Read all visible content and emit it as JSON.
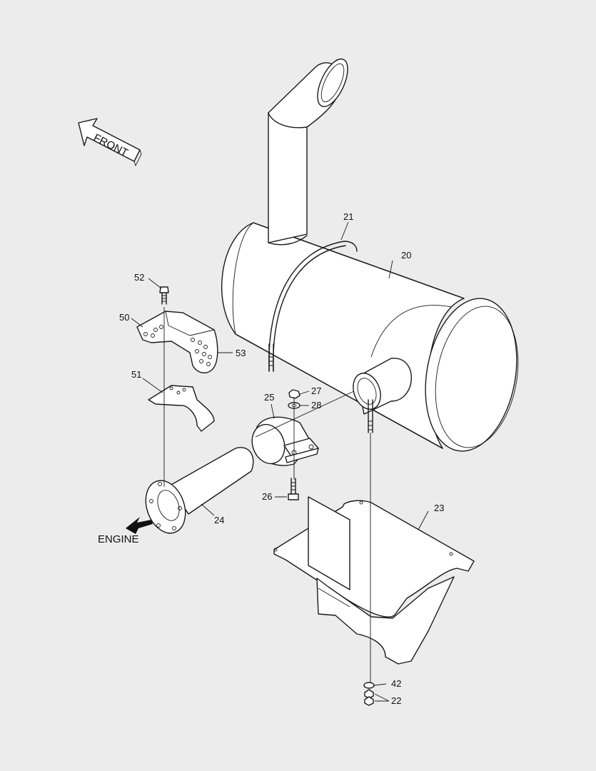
{
  "diagram": {
    "front_label": "FRONT",
    "engine_label": "ENGINE",
    "callouts": [
      {
        "id": "c20",
        "text": "20"
      },
      {
        "id": "c21",
        "text": "21"
      },
      {
        "id": "c22",
        "text": "22"
      },
      {
        "id": "c23",
        "text": "23"
      },
      {
        "id": "c24",
        "text": "24"
      },
      {
        "id": "c25",
        "text": "25"
      },
      {
        "id": "c26",
        "text": "26"
      },
      {
        "id": "c27",
        "text": "27"
      },
      {
        "id": "c28",
        "text": "28"
      },
      {
        "id": "c42",
        "text": "42"
      },
      {
        "id": "c50",
        "text": "50"
      },
      {
        "id": "c51",
        "text": "51"
      },
      {
        "id": "c52",
        "text": "52"
      },
      {
        "id": "c53",
        "text": "53"
      }
    ]
  }
}
